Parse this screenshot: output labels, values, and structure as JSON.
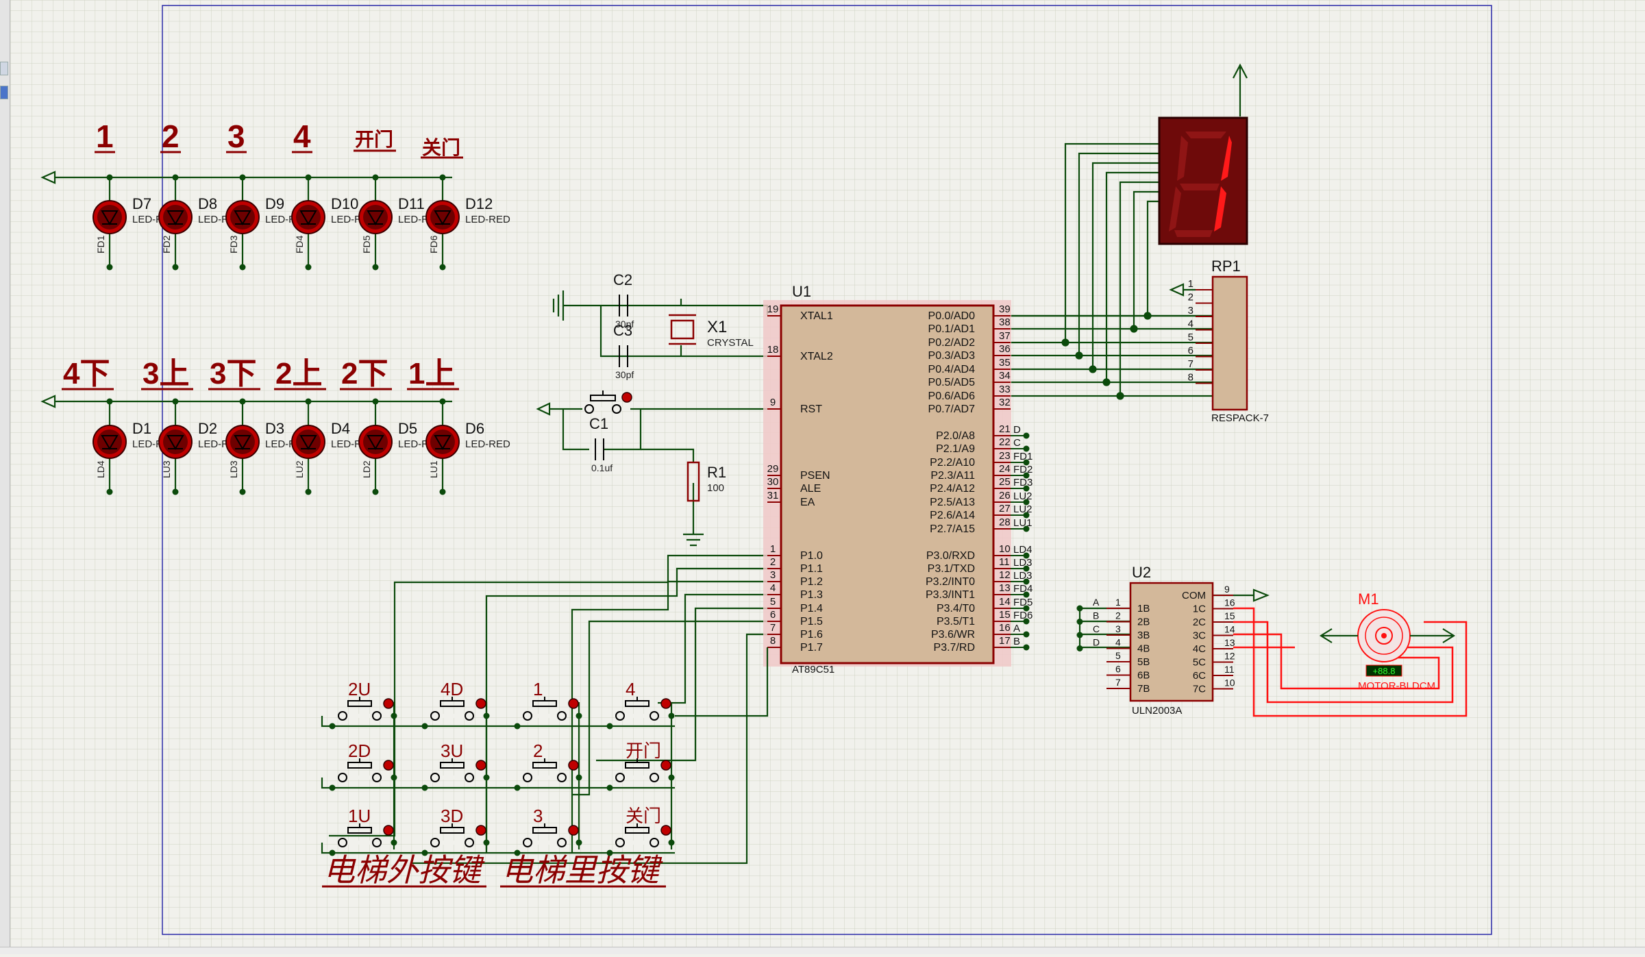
{
  "title_labels": {
    "top_row": [
      "1",
      "2",
      "3",
      "4",
      "开门",
      "关门"
    ],
    "bottom_row": [
      "4下",
      "3上",
      "3下",
      "2上",
      "2下",
      "1上"
    ],
    "caption_outside": "电梯外按键",
    "caption_inside": "电梯里按键"
  },
  "leds_top": [
    {
      "ref": "D7",
      "value": "LED-R",
      "pin": "FD1"
    },
    {
      "ref": "D8",
      "value": "LED-R",
      "pin": "FD2"
    },
    {
      "ref": "D9",
      "value": "LED-R",
      "pin": "FD3"
    },
    {
      "ref": "D10",
      "value": "LED-R",
      "pin": "FD4"
    },
    {
      "ref": "D11",
      "value": "LED-R",
      "pin": "FD5"
    },
    {
      "ref": "D12",
      "value": "LED-RED",
      "pin": "FD6"
    }
  ],
  "leds_bottom": [
    {
      "ref": "D1",
      "value": "LED-R",
      "pin": "LD4"
    },
    {
      "ref": "D2",
      "value": "LED-R",
      "pin": "LU3"
    },
    {
      "ref": "D3",
      "value": "LED-R",
      "pin": "LD3"
    },
    {
      "ref": "D4",
      "value": "LED-R",
      "pin": "LU2"
    },
    {
      "ref": "D5",
      "value": "LED-R",
      "pin": "LD2"
    },
    {
      "ref": "D6",
      "value": "LED-RED",
      "pin": "LU1"
    }
  ],
  "crystal": {
    "ref": "X1",
    "value": "CRYSTAL",
    "c2": "C2",
    "c2_val": "30pf",
    "c3": "C3",
    "c3_val": "30pf",
    "c1": "C1",
    "c1_val": "0.1uf",
    "r1": "R1",
    "r1_val": "100"
  },
  "mcu": {
    "ref": "U1",
    "part": "AT89C51",
    "left_pins": [
      {
        "num": "19",
        "name": "XTAL1"
      },
      {
        "num": "18",
        "name": "XTAL2"
      },
      {
        "num": "9",
        "name": "RST"
      },
      {
        "num": "29",
        "name": "PSEN"
      },
      {
        "num": "30",
        "name": "ALE"
      },
      {
        "num": "31",
        "name": "EA"
      },
      {
        "num": "1",
        "name": "P1.0"
      },
      {
        "num": "2",
        "name": "P1.1"
      },
      {
        "num": "3",
        "name": "P1.2"
      },
      {
        "num": "4",
        "name": "P1.3"
      },
      {
        "num": "5",
        "name": "P1.4"
      },
      {
        "num": "6",
        "name": "P1.5"
      },
      {
        "num": "7",
        "name": "P1.6"
      },
      {
        "num": "8",
        "name": "P1.7"
      }
    ],
    "right_pins": [
      {
        "num": "39",
        "name": "P0.0/AD0",
        "net": ""
      },
      {
        "num": "38",
        "name": "P0.1/AD1",
        "net": ""
      },
      {
        "num": "37",
        "name": "P0.2/AD2",
        "net": ""
      },
      {
        "num": "36",
        "name": "P0.3/AD3",
        "net": ""
      },
      {
        "num": "35",
        "name": "P0.4/AD4",
        "net": ""
      },
      {
        "num": "34",
        "name": "P0.5/AD5",
        "net": ""
      },
      {
        "num": "33",
        "name": "P0.6/AD6",
        "net": ""
      },
      {
        "num": "32",
        "name": "P0.7/AD7",
        "net": ""
      },
      {
        "num": "21",
        "name": "P2.0/A8",
        "net": "D"
      },
      {
        "num": "22",
        "name": "P2.1/A9",
        "net": "C"
      },
      {
        "num": "23",
        "name": "P2.2/A10",
        "net": "FD1"
      },
      {
        "num": "24",
        "name": "P2.3/A11",
        "net": "FD2"
      },
      {
        "num": "25",
        "name": "P2.4/A12",
        "net": "FD3"
      },
      {
        "num": "26",
        "name": "P2.5/A13",
        "net": "LU2"
      },
      {
        "num": "27",
        "name": "P2.6/A14",
        "net": "LU2"
      },
      {
        "num": "28",
        "name": "P2.7/A15",
        "net": "LU1"
      },
      {
        "num": "10",
        "name": "P3.0/RXD",
        "net": "LD4"
      },
      {
        "num": "11",
        "name": "P3.1/TXD",
        "net": "LD3"
      },
      {
        "num": "12",
        "name": "P3.2/INT0",
        "net": "LD3"
      },
      {
        "num": "13",
        "name": "P3.3/INT1",
        "net": "FD4"
      },
      {
        "num": "14",
        "name": "P3.4/T0",
        "net": "FD5"
      },
      {
        "num": "15",
        "name": "P3.5/T1",
        "net": "FD6"
      },
      {
        "num": "16",
        "name": "P3.6/WR",
        "net": "A"
      },
      {
        "num": "17",
        "name": "P3.7/RD",
        "net": "B"
      }
    ]
  },
  "display": {
    "digit": "1"
  },
  "respack": {
    "ref": "RP1",
    "part": "RESPACK-7",
    "pins": [
      "1",
      "2",
      "3",
      "4",
      "5",
      "6",
      "7",
      "8"
    ]
  },
  "driver": {
    "ref": "U2",
    "part": "ULN2003A",
    "inputs": [
      {
        "num": "1",
        "name": "1B",
        "net": "A"
      },
      {
        "num": "2",
        "name": "2B",
        "net": "B"
      },
      {
        "num": "3",
        "name": "3B",
        "net": "C"
      },
      {
        "num": "4",
        "name": "4B",
        "net": "D"
      },
      {
        "num": "5",
        "name": "5B",
        "net": ""
      },
      {
        "num": "6",
        "name": "6B",
        "net": ""
      },
      {
        "num": "7",
        "name": "7B",
        "net": ""
      }
    ],
    "outputs": [
      {
        "num": "9",
        "name": "COM"
      },
      {
        "num": "16",
        "name": "1C"
      },
      {
        "num": "15",
        "name": "2C"
      },
      {
        "num": "14",
        "name": "3C"
      },
      {
        "num": "13",
        "name": "4C"
      },
      {
        "num": "12",
        "name": "5C"
      },
      {
        "num": "11",
        "name": "6C"
      },
      {
        "num": "10",
        "name": "7C"
      }
    ]
  },
  "motor": {
    "ref": "M1",
    "part": "MOTOR-BLDCM",
    "readout": "+88.8"
  },
  "keys": [
    {
      "label": "2U"
    },
    {
      "label": "4D"
    },
    {
      "label": "1"
    },
    {
      "label": "4"
    },
    {
      "label": "2D"
    },
    {
      "label": "3U"
    },
    {
      "label": "2"
    },
    {
      "label": "开门"
    },
    {
      "label": "1U"
    },
    {
      "label": "3D"
    },
    {
      "label": "3"
    },
    {
      "label": "关门"
    }
  ],
  "colors": {
    "grid_bg": "#f1f1ec",
    "wire": "#004000",
    "component": "#8b0000",
    "mcu_fill": "#d3b89a",
    "mcu_bg": "#f0c8c8",
    "motor_wire": "#ff0000",
    "sheet_border": "#0000aa"
  }
}
